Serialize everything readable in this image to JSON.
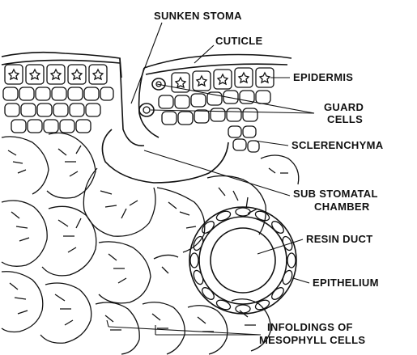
{
  "labels": {
    "sunken_stoma": "SUNKEN STOMA",
    "cuticle": "CUTICLE",
    "epidermis": "EPIDERMIS",
    "guard_cells_1": "GUARD",
    "guard_cells_2": "CELLS",
    "sclerenchyma": "SCLERENCHYMA",
    "sub_stomatal_1": "SUB STOMATAL",
    "sub_stomatal_2": "CHAMBER",
    "resin_duct": "RESIN DUCT",
    "epithelium": "EPITHELIUM",
    "infoldings_1": "INFOLDINGS OF",
    "infoldings_2": "MESOPHYLL CELLS"
  },
  "colors": {
    "ink": "#111111",
    "background": "#ffffff"
  }
}
